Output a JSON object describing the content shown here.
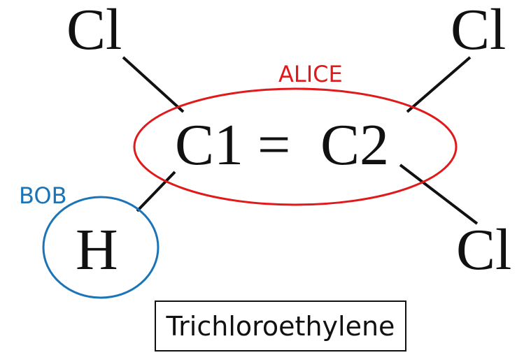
{
  "molecule": {
    "atoms": {
      "cl_top_left": "Cl",
      "cl_top_right": "Cl",
      "cl_bottom_right": "Cl",
      "hydrogen": "H",
      "carbon_1": "C1",
      "carbon_2": "C2",
      "double_bond": "="
    }
  },
  "annotations": {
    "alice": {
      "label": "ALICE",
      "color": "#e0191b"
    },
    "bob": {
      "label": "BOB",
      "color": "#1b74b8"
    }
  },
  "caption": {
    "text": "Trichloroethylene"
  }
}
